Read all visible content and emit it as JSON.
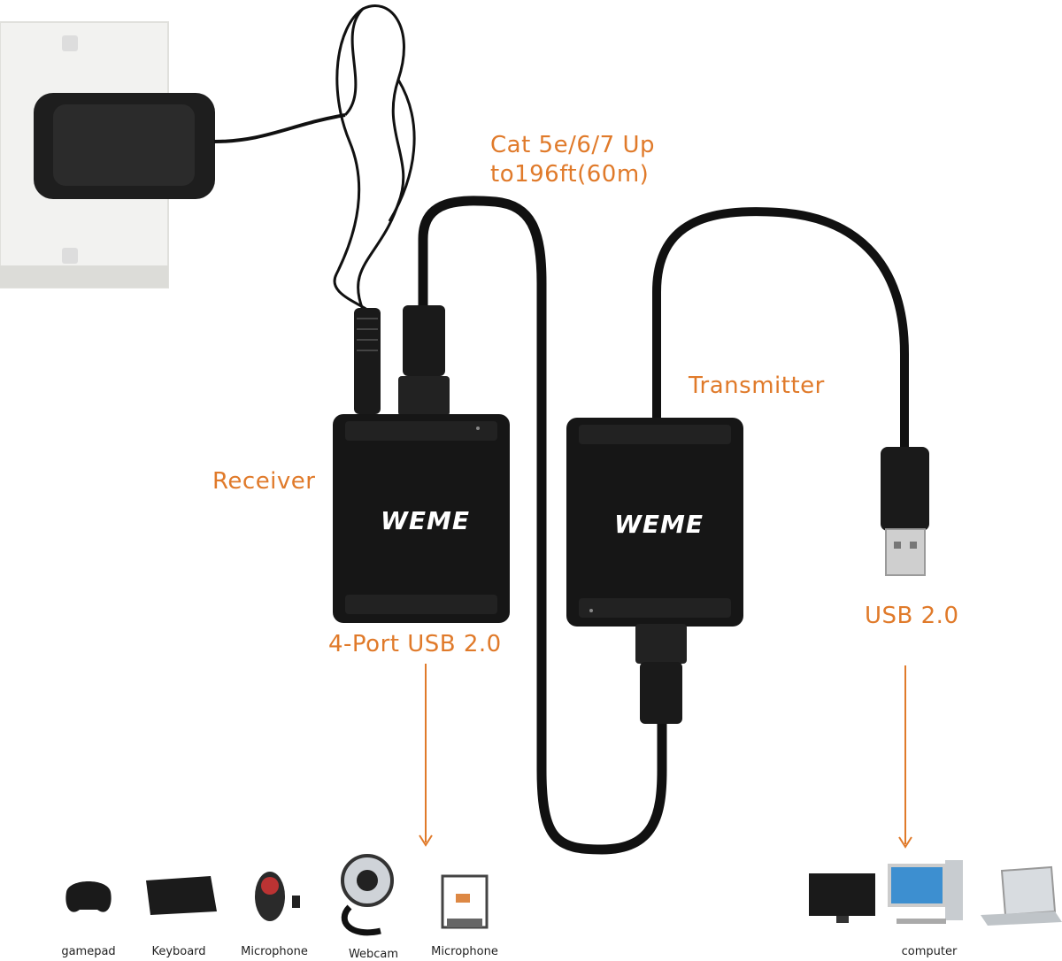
{
  "labels": {
    "cable": "Cat 5e/6/7 Up\nto196ft(60m)",
    "transmitter": "Transmitter",
    "receiver": "Receiver",
    "four_port": "4-Port USB 2.0",
    "usb": "USB 2.0"
  },
  "brand": "WEME",
  "devices_left": [
    "gamepad",
    "Keyboard",
    "Microphone",
    "Webcam",
    "Microphone"
  ],
  "devices_right": [
    "computer"
  ],
  "colors": {
    "accent": "#e07a2a",
    "device": "#151515",
    "cable": "#111111"
  }
}
